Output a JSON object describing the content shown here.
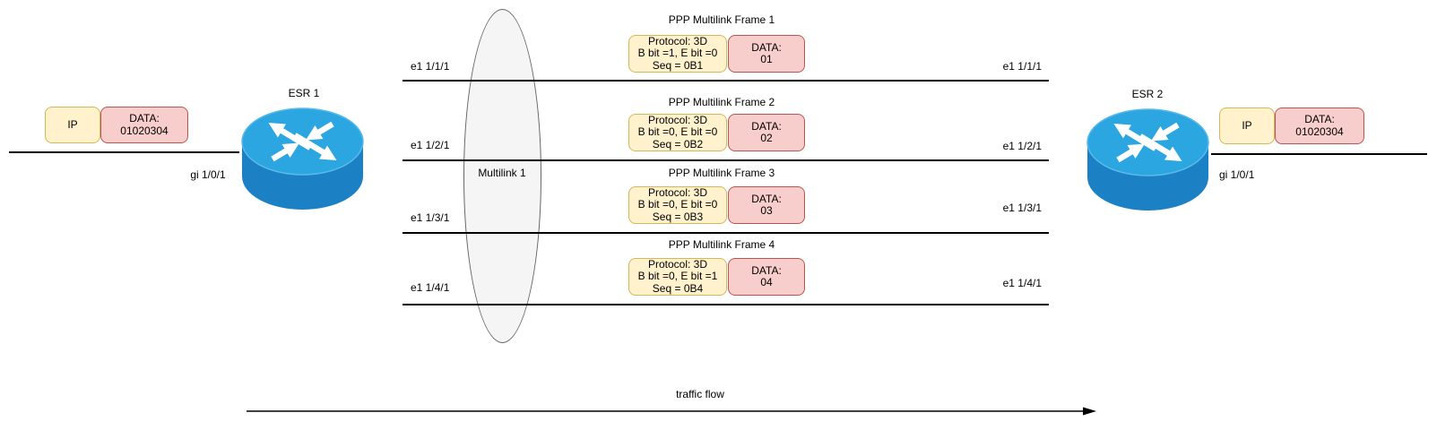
{
  "diagram": {
    "left_endpoint": {
      "esr_label": "ESR 1",
      "interface": "gi 1/0/1",
      "packet": {
        "ip": "IP",
        "data_line1": "DATA:",
        "data_line2": "01020304"
      }
    },
    "right_endpoint": {
      "esr_label": "ESR 2",
      "interface": "gi 1/0/1",
      "packet": {
        "ip": "IP",
        "data_line1": "DATA:",
        "data_line2": "01020304"
      }
    },
    "multilink_label": "Multilink 1",
    "links": [
      {
        "left": "e1 1/1/1",
        "right": "e1 1/1/1"
      },
      {
        "left": "e1 1/2/1",
        "right": "e1 1/2/1"
      },
      {
        "left": "e1 1/3/1",
        "right": "e1 1/3/1"
      },
      {
        "left": "e1 1/4/1",
        "right": "e1 1/4/1"
      }
    ],
    "frames": [
      {
        "title": "PPP Multilink Frame 1",
        "protocol": [
          "Protocol: 3D",
          "B bit =1, E bit =0",
          "Seq = 0B1"
        ],
        "data": [
          "DATA:",
          "01"
        ]
      },
      {
        "title": "PPP Multilink Frame 2",
        "protocol": [
          "Protocol: 3D",
          "B bit =0, E bit =0",
          "Seq = 0B2"
        ],
        "data": [
          "DATA:",
          "02"
        ]
      },
      {
        "title": "PPP Multilink Frame 3",
        "protocol": [
          "Protocol: 3D",
          "B bit =0, E bit =0",
          "Seq = 0B3"
        ],
        "data": [
          "DATA:",
          "03"
        ]
      },
      {
        "title": "PPP Multilink Frame 4",
        "protocol": [
          "Protocol: 3D",
          "B bit =0, E bit =1",
          "Seq = 0B4"
        ],
        "data": [
          "DATA:",
          "04"
        ]
      }
    ],
    "traffic_flow": "traffic flow",
    "colors": {
      "yellow_fill": "#FFF2CC",
      "yellow_stroke": "#D6B656",
      "pink_fill": "#F8CECC",
      "pink_stroke": "#B85450",
      "ellipse_fill": "#F5F5F5",
      "ellipse_stroke": "#666666",
      "router_top": "#2CA6E0",
      "router_body": "#1B80C4",
      "line": "#000000"
    }
  }
}
